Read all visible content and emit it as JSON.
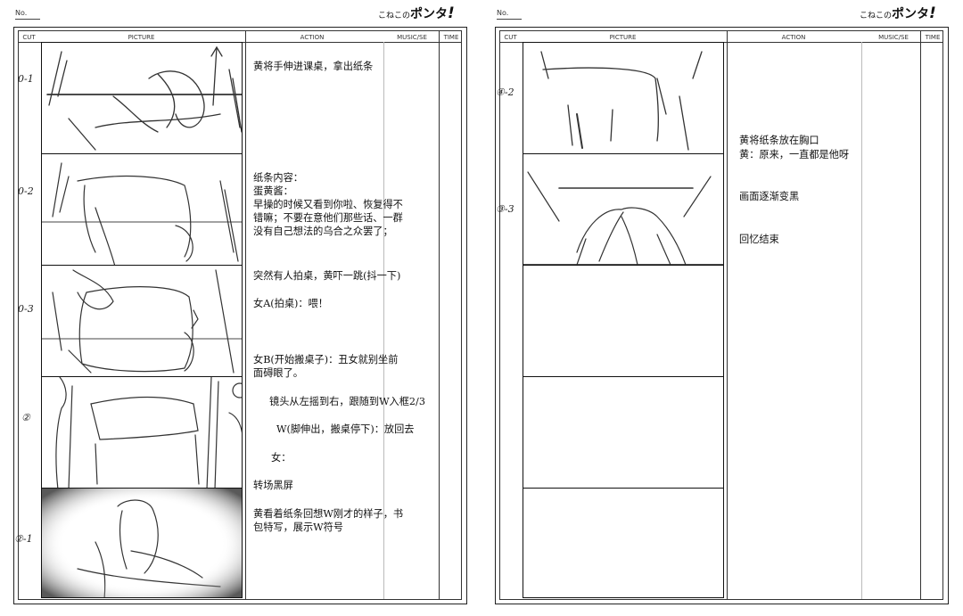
{
  "header": {
    "no_label": "No.",
    "logo_text": "こねこのポンタ!",
    "logo_prefix": "こねこの",
    "logo_main": "ポンタ",
    "logo_mark": "!"
  },
  "columns": {
    "cut": "CUT",
    "picture": "PICTURE",
    "action": "ACTION",
    "music": "MUSIC/SE",
    "time": "TIME"
  },
  "left_sheet": {
    "cut_marks": [
      "0-1",
      "0-2",
      "0-3",
      "②",
      "②-1"
    ],
    "actions": [
      "黄将手伸进课桌，拿出纸条",
      "纸条内容：",
      "蛋黄酱：",
      "早操的时候又看到你啦、恢复得不",
      "错嘛；不要在意他们那些话、一群",
      "没有自己想法的乌合之众罢了；",
      "突然有人拍桌，黄吓一跳(抖一下)",
      "女A(拍桌)：喂！",
      "女B(开始搬桌子)：丑女就别坐前",
      "面碍眼了。",
      "镜头从左摇到右，跟随到W入框2/3",
      "W(脚伸出，搬桌停下)：放回去",
      "女：",
      "转场黑屏",
      "黄看着纸条回想W刚才的样子，书",
      "包特写，展示W符号"
    ]
  },
  "right_sheet": {
    "cut_marks": [
      "④-2",
      "③-3"
    ],
    "actions": [
      "黄将纸条放在胸口",
      "黄：原来，一直都是他呀",
      "画面逐渐变黑",
      "回忆结束"
    ]
  }
}
